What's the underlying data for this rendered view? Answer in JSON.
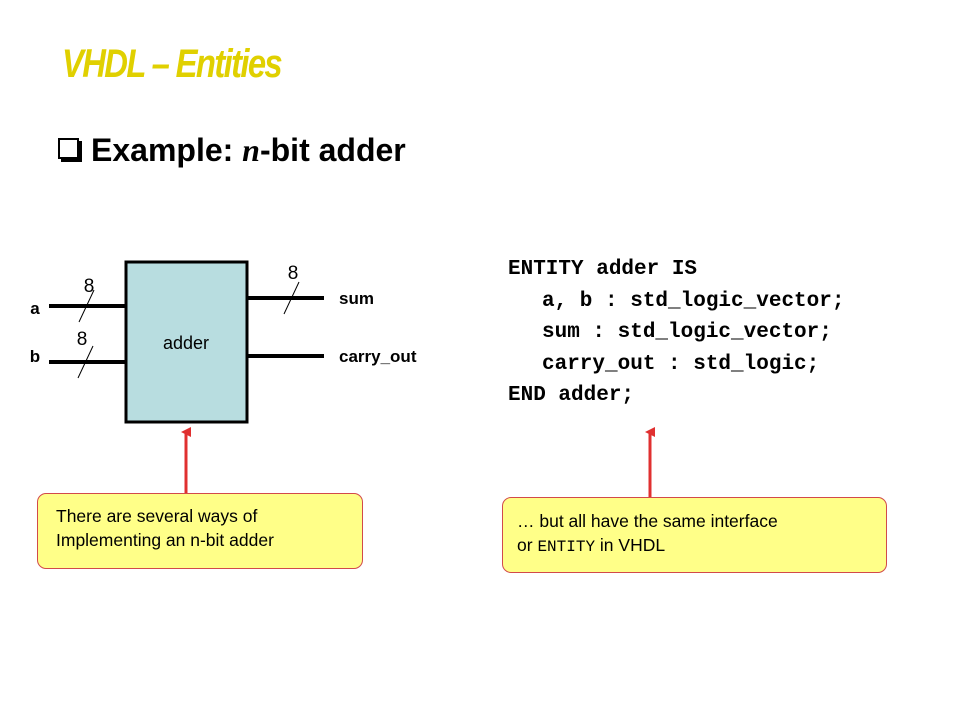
{
  "slide": {
    "title": "VHDL – Entities",
    "subtitle": {
      "prefix": "Example: ",
      "n": "n",
      "suffix": "-bit adder"
    }
  },
  "diagram": {
    "block_label": "adder",
    "inputs": [
      {
        "name": "a",
        "width": "8"
      },
      {
        "name": "b",
        "width": "8"
      }
    ],
    "outputs": [
      {
        "name": "sum",
        "width": "8"
      },
      {
        "name": "carry_out",
        "width": ""
      }
    ],
    "colors": {
      "block_fill": "#b8dde0",
      "arrow": "#e03030",
      "callout_fill": "#ffff88",
      "callout_border": "#d24a4a",
      "title": "#e0d000"
    }
  },
  "code": {
    "lines": [
      "ENTITY adder IS",
      "a, b : std_logic_vector;",
      "sum : std_logic_vector;",
      "carry_out : std_logic;",
      "END adder;"
    ]
  },
  "callouts": {
    "left": {
      "line1": "There are several ways of",
      "line2": "Implementing an n-bit adder"
    },
    "right": {
      "line1": "… but all have the same interface",
      "line2_prefix": "or ",
      "line2_mono": "ENTITY",
      "line2_suffix": " in VHDL"
    }
  }
}
